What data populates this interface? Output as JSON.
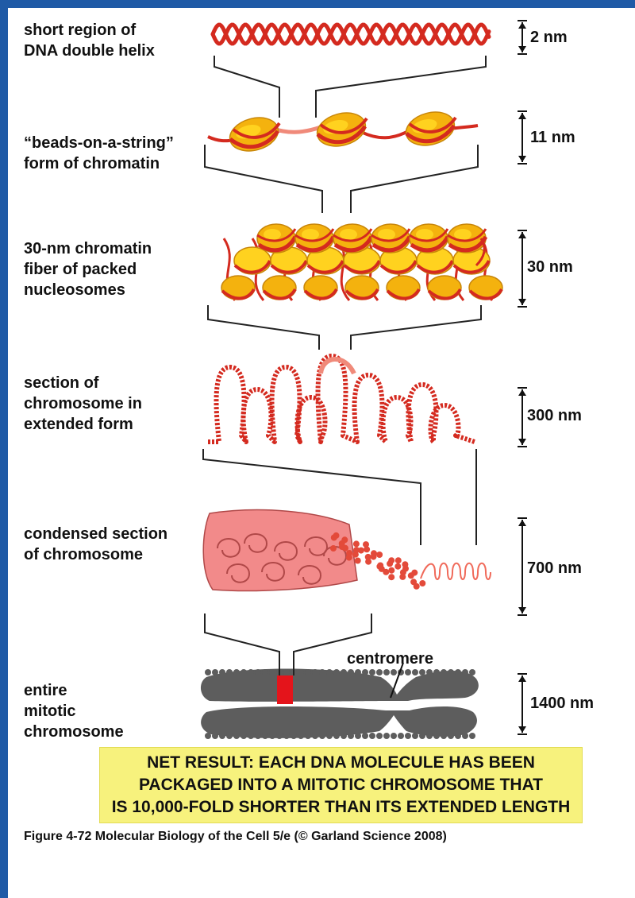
{
  "levels": [
    {
      "label": "short region of\nDNA double helix",
      "scale": "2 nm"
    },
    {
      "label": "“beads-on-a-string”\nform of chromatin",
      "scale": "11 nm"
    },
    {
      "label": "30-nm chromatin\nfiber of packed\nnucleosomes",
      "scale": "30 nm"
    },
    {
      "label": "section of\nchromosome in\nextended form",
      "scale": "300 nm"
    },
    {
      "label": "condensed section\nof chromosome",
      "scale": "700 nm"
    },
    {
      "label": "entire\nmitotic\nchromosome",
      "scale": "1400 nm"
    }
  ],
  "centromere_label": "centromere",
  "result_lines": [
    "NET RESULT: EACH DNA MOLECULE HAS BEEN",
    "PACKAGED INTO A MITOTIC CHROMOSOME THAT",
    "IS 10,000-FOLD SHORTER THAN ITS EXTENDED LENGTH"
  ],
  "caption": "Figure 4-72  Molecular Biology of the Cell 5/e (© Garland Science 2008)",
  "colors": {
    "frame": "#1f5aa6",
    "dna": "#d42a1f",
    "nucleosome": "#f4b20e",
    "nucleosome_light": "#ffd21f",
    "condensed": "#f28a8a",
    "chromosome": "#5d5d5d",
    "highlight": "#e4141b",
    "result_box": "#f7f27d"
  }
}
